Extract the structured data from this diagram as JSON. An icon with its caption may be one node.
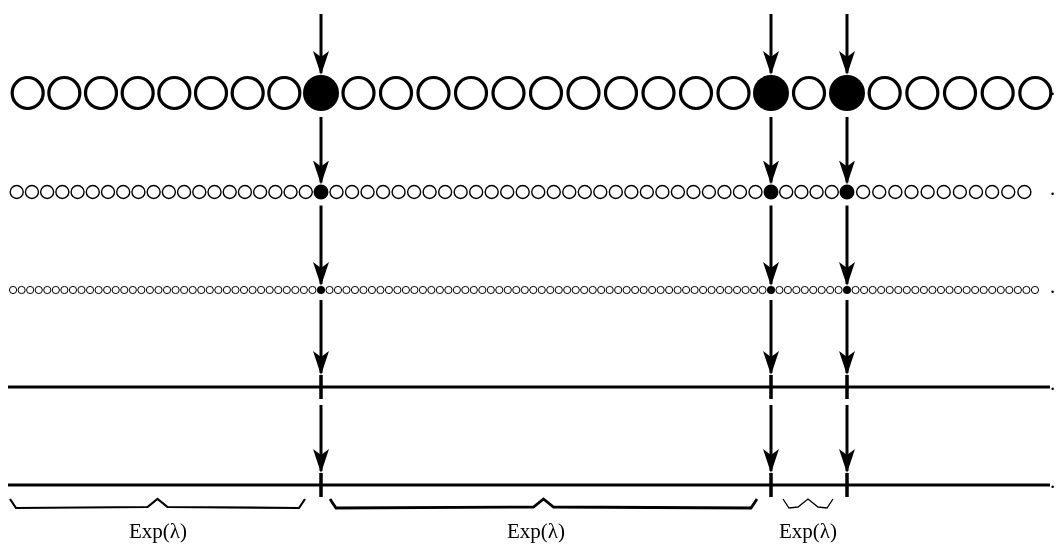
{
  "diagram": {
    "nodes": [
      {
        "text": [],
        "shape": "circle"
      },
      {
        "text": [],
        "shape": "circle"
      },
      {
        "text": [],
        "shape": "circle"
      },
      {
        "text": [],
        "shape": "circle"
      },
      {
        "text": [],
        "shape": "circle"
      },
      {
        "text": [],
        "shape": "circle"
      },
      {
        "text": [],
        "shape": "circle"
      },
      {
        "text": [],
        "shape": "circle"
      },
      {
        "text": [],
        "shape": "circle"
      },
      {
        "text": [],
        "shape": "bar"
      },
      {
        "text": [],
        "shape": "bar"
      },
      {
        "text": [],
        "shape": "bar"
      },
      {
        "text": [],
        "shape": "bar"
      },
      {
        "text": [],
        "shape": "bar"
      },
      {
        "text": [],
        "shape": "bar"
      }
    ],
    "edges": [
      {
        "from": null,
        "to": 0,
        "arrow": "to"
      },
      {
        "from": null,
        "to": 1,
        "arrow": "to"
      },
      {
        "from": null,
        "to": 2,
        "arrow": "to"
      },
      {
        "from": 0,
        "to": 3,
        "arrow": "to"
      },
      {
        "from": 1,
        "to": 4,
        "arrow": "to"
      },
      {
        "from": 2,
        "to": 5,
        "arrow": "to"
      },
      {
        "from": 3,
        "to": 6,
        "arrow": "to"
      },
      {
        "from": 4,
        "to": 7,
        "arrow": "to"
      },
      {
        "from": 5,
        "to": 8,
        "arrow": "to"
      },
      {
        "from": 6,
        "to": 9,
        "arrow": "to"
      },
      {
        "from": 7,
        "to": 10,
        "arrow": "to"
      },
      {
        "from": 8,
        "to": 11,
        "arrow": "to"
      },
      {
        "from": 9,
        "to": 12,
        "arrow": "to"
      },
      {
        "from": 10,
        "to": 13,
        "arrow": "to"
      },
      {
        "from": 11,
        "to": 14,
        "arrow": "to"
      }
    ],
    "labels": [
      ".",
      ".",
      ".",
      ".",
      ".",
      "Exp(λ)",
      "Exp(λ)",
      "Exp(λ)"
    ]
  }
}
